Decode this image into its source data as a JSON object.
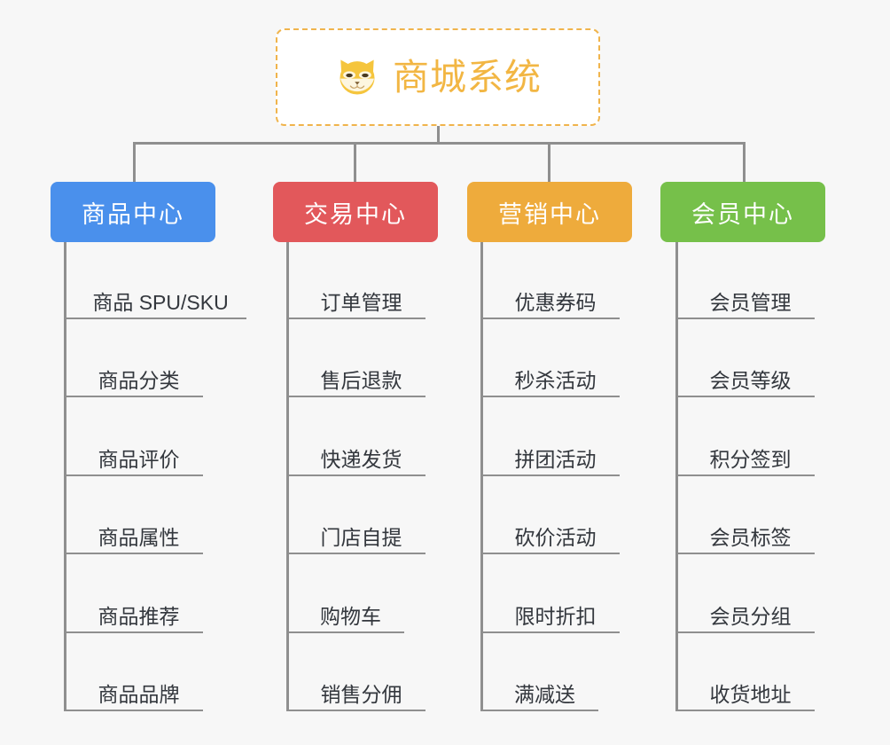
{
  "theme": {
    "background": "#f7f7f7",
    "connector_color": "#8f8f8f",
    "leaf_text_color": "#33373d",
    "root_border_color": "#f0b44c",
    "root_text_color": "#f2b643",
    "root_background": "#ffffff"
  },
  "root": {
    "title": "商城系统",
    "icon": "shiba-dog-icon"
  },
  "categories": [
    {
      "label": "商品中心",
      "color": "#4a90ec",
      "items": [
        "商品 SPU/SKU",
        "商品分类",
        "商品评价",
        "商品属性",
        "商品推荐",
        "商品品牌"
      ]
    },
    {
      "label": "交易中心",
      "color": "#e2585b",
      "items": [
        "订单管理",
        "售后退款",
        "快递发货",
        "门店自提",
        "购物车",
        "销售分佣"
      ]
    },
    {
      "label": "营销中心",
      "color": "#eeab3c",
      "items": [
        "优惠券码",
        "秒杀活动",
        "拼团活动",
        "砍价活动",
        "限时折扣",
        "满减送"
      ]
    },
    {
      "label": "会员中心",
      "color": "#76c04a",
      "items": [
        "会员管理",
        "会员等级",
        "积分签到",
        "会员标签",
        "会员分组",
        "收货地址"
      ]
    }
  ]
}
